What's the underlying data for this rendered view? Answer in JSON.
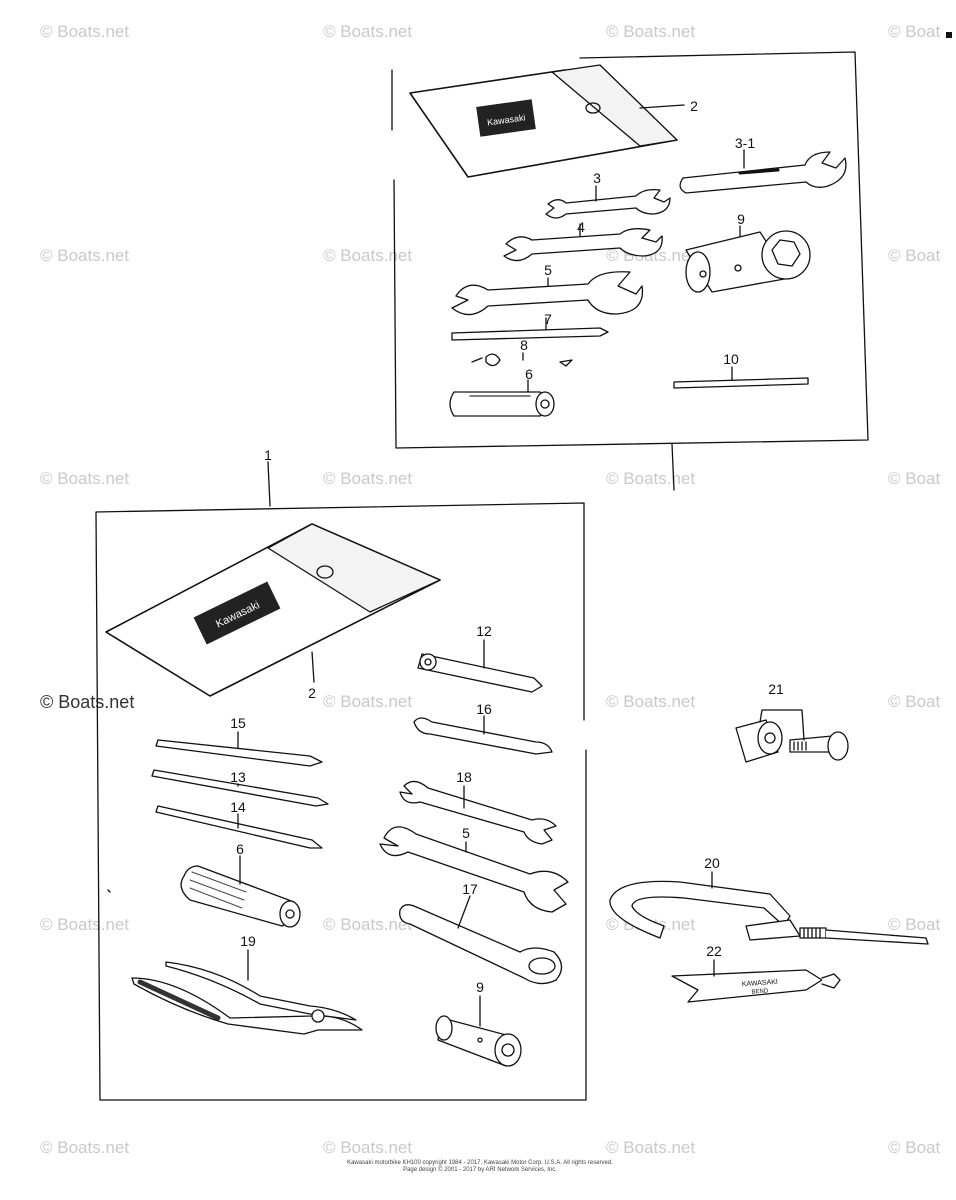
{
  "watermark": "© Boats.net",
  "watermark_cut": "© Boat",
  "logo_text": "Kawasaki",
  "tube_brand": "KAWASAKI",
  "tube_sub": "BEND",
  "callouts": {
    "a2": "2",
    "a3_1": "3-1",
    "a3": "3",
    "a4": "4",
    "a5": "5",
    "a7": "7",
    "a8": "8",
    "a6": "6",
    "a9": "9",
    "a10": "10",
    "b1": "1",
    "b2": "2",
    "b12": "12",
    "b15": "15",
    "b16": "16",
    "b13": "13",
    "b14": "14",
    "b18": "18",
    "b5": "5",
    "b6": "6",
    "b17": "17",
    "b19": "19",
    "b9": "9",
    "c21": "21",
    "c20": "20",
    "c22": "22"
  },
  "footer": {
    "line1": "Kawasaki motorbike KH100 copyright 1984 - 2017, Kawasaki Motor Corp. U.S.A. All rights reserved.",
    "line2": "Page design © 2001 - 2017 by ARI Network Services, Inc."
  }
}
